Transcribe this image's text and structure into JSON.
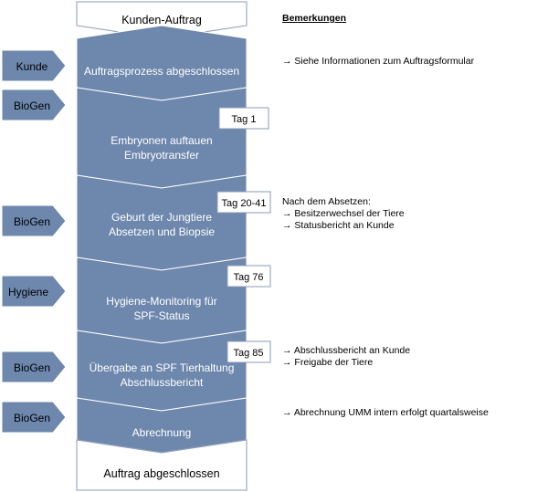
{
  "flow": {
    "start": "Kunden-Auftrag",
    "steps": [
      {
        "lines": [
          "Auftragsprozess abgeschlossen"
        ]
      },
      {
        "lines": [
          "Embryonen auftauen",
          "Embryotransfer"
        ]
      },
      {
        "lines": [
          "Geburt der Jungtiere",
          "Absetzen und Biopsie"
        ]
      },
      {
        "lines": [
          "Hygiene-Monitoring für",
          "SPF-Status"
        ]
      },
      {
        "lines": [
          "Übergabe an SPF Tierhaltung",
          "Abschlussbericht"
        ]
      },
      {
        "lines": [
          "Abrechnung"
        ]
      }
    ],
    "end": "Auftrag abgeschlossen"
  },
  "actors": [
    "Kunde",
    "BioGen",
    "BioGen",
    "Hygiene",
    "BioGen",
    "BioGen"
  ],
  "day_tags": [
    "Tag 1",
    "Tag 20-41",
    "Tag 76",
    "Tag 85"
  ],
  "remarks": {
    "header": "Bemerkungen",
    "items": [
      {
        "lines": [
          "→ Siehe Informationen zum Auftragsformular"
        ]
      },
      {
        "lines": [
          "Nach dem Absetzen:",
          "→  Besitzerwechsel der Tiere",
          "→  Statusbericht an Kunde"
        ]
      },
      {
        "lines": [
          "→  Abschlussbericht an Kunde",
          "→  Freigabe der Tiere"
        ]
      },
      {
        "lines": [
          "→ Abrechnung UMM intern erfolgt quartalsweise"
        ]
      }
    ]
  },
  "colors": {
    "shape_fill": "#6d87ad",
    "shape_text": "#ffffff",
    "tag_border": "#8a9bb5"
  }
}
